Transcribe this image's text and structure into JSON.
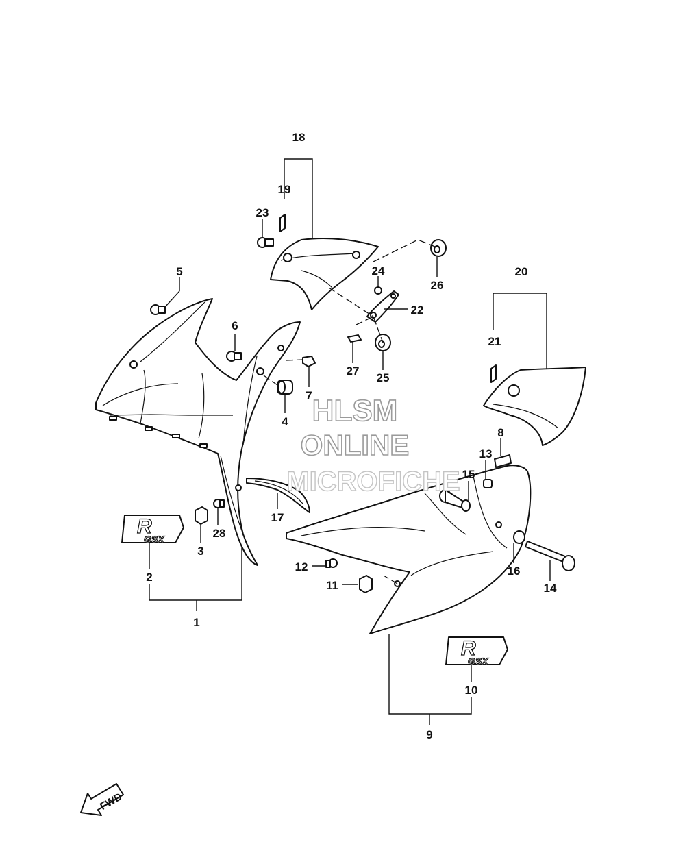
{
  "labels": {
    "l1": "1",
    "l2": "2",
    "l3": "3",
    "l4": "4",
    "l5": "5",
    "l6": "6",
    "l7": "7",
    "l8": "8",
    "l9": "9",
    "l10": "10",
    "l11": "11",
    "l12": "12",
    "l13": "13",
    "l14": "14",
    "l15": "15",
    "l16": "16",
    "l17": "17",
    "l18": "18",
    "l19": "19",
    "l20": "20",
    "l21": "21",
    "l22": "22",
    "l23": "23",
    "l24": "24",
    "l25": "25",
    "l26": "26",
    "l27": "27",
    "l28": "28"
  },
  "watermark": {
    "line1": "HLSM",
    "line2": "ONLINE",
    "line3": "MICROFICHE"
  },
  "fwd_label": "FWD",
  "emblem": {
    "letter": "R",
    "text": "GSX"
  }
}
